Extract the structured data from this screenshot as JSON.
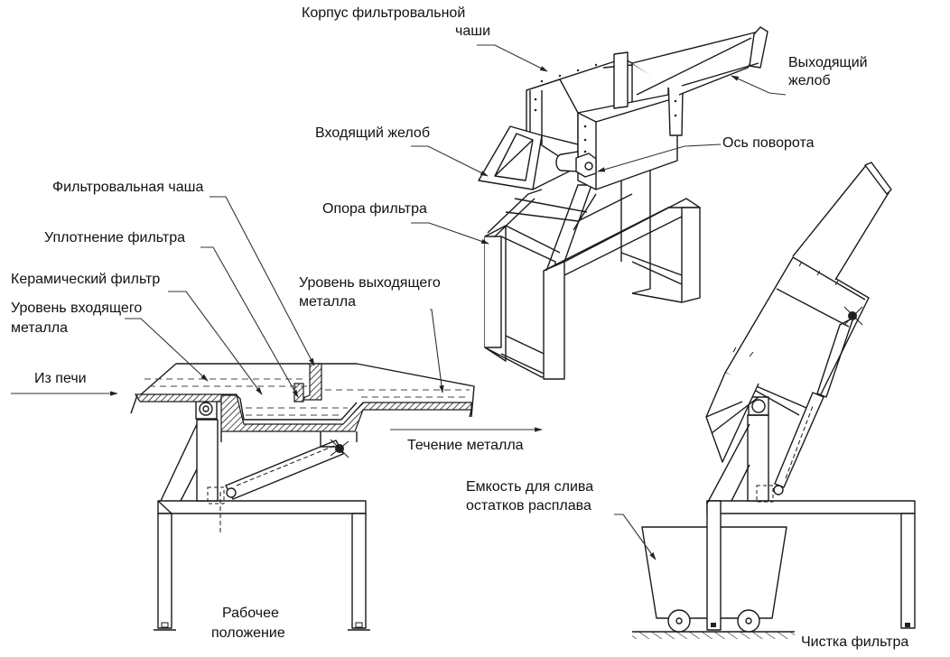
{
  "title": "Схема поворотного фильтра для алюминиевого расплава",
  "labels": {
    "filter_bowl_body": "Корпус фильтровальной\nчаши",
    "filter_bowl_body_l1": "Корпус фильтровальной",
    "filter_bowl_body_l2": "чаши",
    "outlet_trough_l1": "Выходящий",
    "outlet_trough_l2": "желоб",
    "inlet_trough": "Входящий желоб",
    "pivot_axis": "Ось поворота",
    "filter_support": "Опора фильтра",
    "filter_bowl": "Фильтровальная чаша",
    "filter_seal": "Уплотнение фильтра",
    "ceramic_filter": "Керамический фильтр",
    "inlet_level_l1": "Уровень входящего",
    "inlet_level_l2": "металла",
    "outlet_level_l1": "Уровень выходящего",
    "outlet_level_l2": "металла",
    "from_furnace": "Из печи",
    "metal_flow": "Течение металла",
    "drain_container_l1": "Емкость для слива",
    "drain_container_l2": "остатков расплава",
    "working_position_l1": "Рабочее",
    "working_position_l2": "положение",
    "filter_cleaning": "Чистка фильтра"
  },
  "views": [
    "isometric-assembly",
    "working-position-section",
    "cleaning-position-tilted"
  ]
}
